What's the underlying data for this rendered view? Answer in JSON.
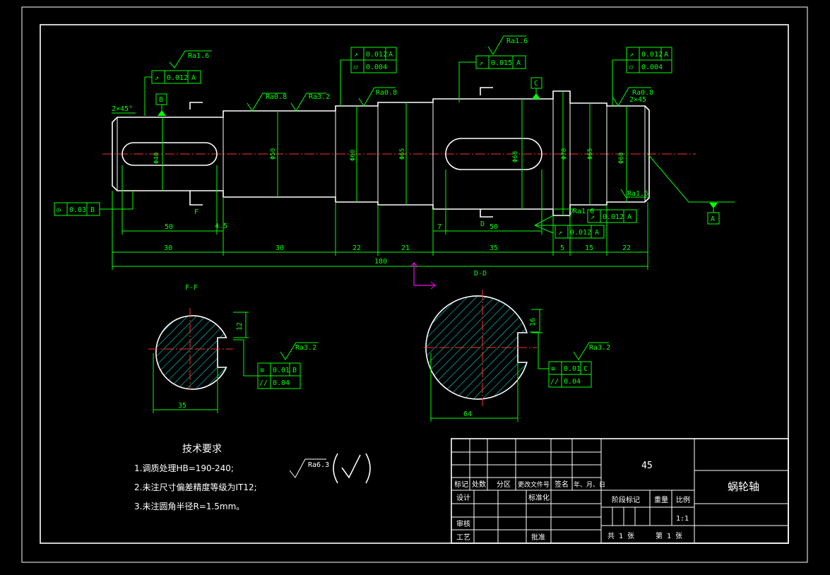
{
  "drawing": {
    "part_name": "蜗轮轴",
    "material": "45",
    "scale": "1:1",
    "sheet_total": "共 1 张",
    "sheet_no": "第 1 张",
    "tech_title": "技术要求",
    "tech_notes": [
      "1.调质处理HB=190-240;",
      "2.未注尺寸偏差精度等级为IT12;",
      "3.未注圆角半径R=1.5mm。"
    ],
    "general_roughness": "Ra6.3",
    "title_block": {
      "row1": [
        "标记",
        "处数",
        "分区",
        "更改文件号",
        "签名",
        "年、月、日"
      ],
      "design": "设计",
      "standard": "标准化",
      "review": "审核",
      "process": "工艺",
      "approve": "批准",
      "stage": "阶段标记",
      "weight": "重量",
      "ratio": "比例"
    },
    "section_labels": {
      "ff": "F-F",
      "dd": "D-D"
    },
    "datums": {
      "a": "A",
      "b": "B",
      "c": "C"
    },
    "markers": {
      "f": "F",
      "d": "D",
      "chamfer_left": "2×45°",
      "chamfer_right": "2×45"
    },
    "dimensions": {
      "total_length": "180",
      "segments": [
        "30",
        "30",
        "22",
        "21",
        "35",
        "5",
        "15",
        "22"
      ],
      "keyway_left": "50",
      "keyway_left_offset": "4.5",
      "keyway_right": "50",
      "keyway_right_offset": "7",
      "diameters": [
        "Φ40",
        "Φ50",
        "Φ60",
        "Φ65",
        "Φ68",
        "Φ78",
        "Φ65",
        "Φ60"
      ],
      "ff_width": "35",
      "dd_width": "64",
      "ff_depth": "12",
      "dd_depth": "16"
    },
    "roughness": [
      "Ra1.6",
      "Ra0.8",
      "Ra3.2",
      "Ra0.8",
      "Ra1.6",
      "Ra0.8",
      "Ra1.6",
      "Ra1.6",
      "Ra3.2",
      "Ra3.2"
    ],
    "tolerances": [
      {
        "sym": "↗",
        "val": "0.012",
        "ref": "A"
      },
      {
        "sym": "↗",
        "val": "0.012",
        "ref": "A"
      },
      {
        "sym": "⌭",
        "val": "0.004",
        "ref": ""
      },
      {
        "sym": "↗",
        "val": "0.015",
        "ref": "A"
      },
      {
        "sym": "↗",
        "val": "0.012",
        "ref": "A"
      },
      {
        "sym": "⌭",
        "val": "0.004",
        "ref": ""
      },
      {
        "sym": "◎",
        "val": "0.03",
        "ref": "B"
      },
      {
        "sym": "↗",
        "val": "0.012",
        "ref": "A"
      },
      {
        "sym": "↗",
        "val": "0.012",
        "ref": "A"
      },
      {
        "sym": "≡",
        "val": "0.01",
        "ref": "B"
      },
      {
        "sym": "//",
        "val": "0.04",
        "ref": ""
      },
      {
        "sym": "≡",
        "val": "0.01",
        "ref": "C"
      },
      {
        "sym": "//",
        "val": "0.04",
        "ref": ""
      }
    ]
  }
}
